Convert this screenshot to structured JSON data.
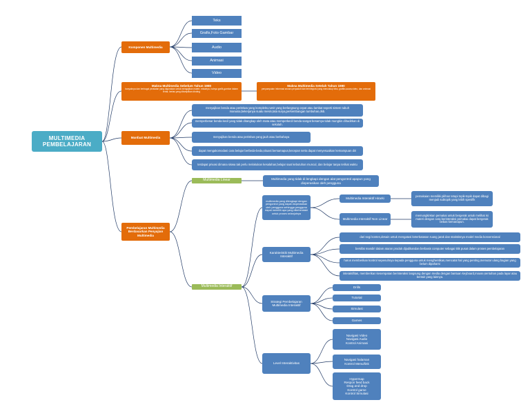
{
  "root": "MULTIMEDIA PEMBELAJARAN",
  "komponen": {
    "label": "Komponen Multimedia",
    "items": [
      "Teks",
      "Grafis,Foto Gambar",
      "Audio",
      "Animasi",
      "Video"
    ]
  },
  "makna": {
    "sebelum_title": "Makna Multimedia Sebelum Tahun 1980",
    "sebelum_desc": "banyaknya dan berbagai peralatan yang digunakan untuk mengajikan materi, misalnya, halnya grafik,gambar dalam tertar, kertas yang ditampilkan dinding",
    "setelah_title": "Makna Multimedia Setelah Tahun 1980",
    "setelah_desc": "penyampaian informasi secara perpaduti dan terintegrasi yang mencakup teks, grafiks,suara,video, dan animasi"
  },
  "manfaat": {
    "label": "Manfaat Multimedia",
    "items": [
      "menyajikan benda atau peristiwa yang kompleks,rumit yang berlangsung cepat atau lambat seperti sistem tubuh manusia,bekerjanya suatu mesin,tata surya,perkembangan tumbuhan,dsb.",
      "memperbesar benda kecil yang tidak ditangkap oleh mata atau memperkecil benda sangat besarnya tidak mungkin dihadirkan di sekolah.",
      "menyajikan benda atau peristiwa yang jauh atau berbahaya",
      "dapat mengakomodasi cara belajar berbeda-beda,situasi bersamapun,kecepan serta dapat menyesuaikan kemampuan diri",
      "terdapat privasi dimana siswa tak perlu melakukan kesalahan,belajar saat kebutuhan muncul, dan belajar tanpa terikat waktu"
    ]
  },
  "pembelajaran": {
    "label": "Pembelajaran Multimedia Berdasarkan Penyajian Multimedia",
    "linear_label": "Multimedia Linear",
    "linear_desc": "Multimedia yang tidak di lengkapi dengan alat pengontrol apapun yang dioperasikan oleh pengguna",
    "interaktif_label": "Multimedia Interaktif",
    "interaktif_desc": "multimedia yang dilengkapi dengan pengontrol yang dapat dioperasikan oleh pengguna sehingga pengguna dapat memilih apa yang dikehendaki untuk proses selanjutnya",
    "hirarki_label": "Multimedia Interaktif Hirarki",
    "hirarki_desc": "pemakaian memiliki pilihan tetapi topik-topik dapat dibagi menjadi subtopik yang lebih spesifik",
    "nonlinear_label": "Multimedia Interaktif Non Linear",
    "nonlinear_desc": "memungkinkan pemakai untuk bergerak untuk melihat isi materi dengan cara berinteraksi pemakai dapat bergerak bebas kemanapun.",
    "karakteristik_label": "Karakteristik Multimedia Interaktif",
    "karakteristik_items": [
      "dari segi konten,desain untuk mengatasi keterbatasan ruang jarak dan statistisnya model media konvensional",
      "bersifat mandiri dalam aturan produk dijadikandan berbasis computer sebagai titik pusat dalam proses pembelajaran",
      "harus memberikan kontrol sepenuhnya kepada pengguna untuk menghentikan,mencatat hal yang penting,memutar ulang bagian yang belum dipahami",
      "interaktifitas, memberikan kesempatan berinteraksi langsung dengan media dengan bantuan keyboard,mouse,sentuhan pada layar atau bentuk yang lainnya."
    ],
    "strategi_label": "Strategi Pembelajaran Multimedia Interaktif",
    "strategi_items": [
      "Drills",
      "Tutorial",
      "Simulasi",
      "Games"
    ],
    "level_label": "Level Interaktivitas",
    "level_groups": [
      [
        "Navigasi Video",
        "Navigasi Audio",
        "Kontrol Animasi"
      ],
      [
        "Navigasi halaman",
        "Kontrol Menu/link"
      ],
      [
        "Hypermap",
        "Respon feed back",
        "Drag and drop",
        "Kontrol game",
        "Kontrol Simulasi"
      ]
    ]
  },
  "colors": {
    "root": "#4bacc6",
    "category": "#e36c0a",
    "type": "#9bbb59",
    "leaf": "#4f81bd",
    "connector": "#1f3864"
  }
}
